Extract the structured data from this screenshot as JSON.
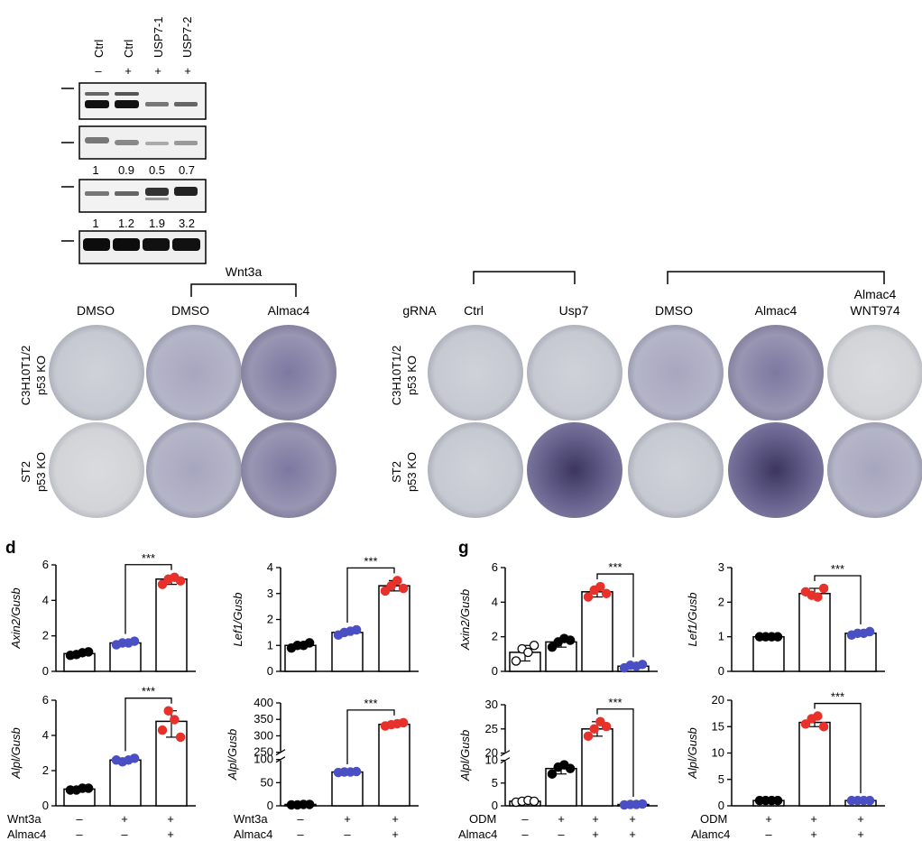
{
  "blot": {
    "lanes": [
      "Ctrl",
      "Ctrl",
      "USP7-1",
      "USP7-2"
    ],
    "treat": [
      "–",
      "+",
      "+",
      "+"
    ],
    "quant_row1": [
      "1",
      "0.9",
      "0.5",
      "0.7"
    ],
    "quant_row2": [
      "1",
      "1.2",
      "1.9",
      "3.2"
    ]
  },
  "plates_left": {
    "group_label": "Wnt3a",
    "cols": [
      "DMSO",
      "DMSO",
      "Almac4"
    ],
    "rows": [
      [
        "C3H10T1/2",
        "p53 KO"
      ],
      [
        "ST2",
        "p53 KO"
      ]
    ]
  },
  "plates_right": {
    "row_header": "gRNA",
    "cols": [
      "Ctrl",
      "Usp7",
      "DMSO",
      "Almac4"
    ],
    "col5": [
      "Almac4",
      "WNT974"
    ],
    "rows": [
      [
        "C3H10T1/2",
        "p53 KO"
      ],
      [
        "ST2",
        "p53 KO"
      ]
    ]
  },
  "panels": {
    "d": "d",
    "g": "g"
  },
  "footer": {
    "left_row1_label": "Wnt3a",
    "left_row2_label": "Almac4",
    "left_row1": [
      "–",
      "+",
      "+"
    ],
    "left_row2": [
      "–",
      "–",
      "+"
    ],
    "g1_row1_label": "ODM",
    "g1_row2_label": "Almac4",
    "g1_row1": [
      "–",
      "+",
      "+",
      "+"
    ],
    "g1_row2": [
      "–",
      "–",
      "+",
      "+"
    ],
    "g2_row1_label": "ODM",
    "g2_row2_label": "Alamc4",
    "g2_row1": [
      "+",
      "+",
      "+"
    ],
    "g2_row2": [
      "–",
      "+",
      "+"
    ]
  },
  "chart_data": [
    {
      "type": "bar",
      "ylabel": "Axin2/Gusb",
      "ylim": [
        0,
        6
      ],
      "ticks": [
        0,
        2,
        4,
        6
      ],
      "values": [
        1.0,
        1.6,
        5.2
      ],
      "points": [
        [
          0.9,
          0.95,
          1.05,
          1.1
        ],
        [
          1.5,
          1.6,
          1.6,
          1.7
        ],
        [
          4.9,
          5.2,
          5.3,
          5.1
        ]
      ],
      "colors": [
        "#000000",
        "#4b4fc4",
        "#e8312a"
      ],
      "sig": "***",
      "sig_pair": [
        1,
        2
      ]
    },
    {
      "type": "bar",
      "ylabel": "Lef1/Gusb",
      "ylim": [
        0,
        4
      ],
      "ticks": [
        0,
        1,
        2,
        3,
        4
      ],
      "values": [
        1.0,
        1.5,
        3.3
      ],
      "points": [
        [
          0.9,
          1.0,
          1.0,
          1.1
        ],
        [
          1.4,
          1.5,
          1.55,
          1.6
        ],
        [
          3.1,
          3.3,
          3.5,
          3.2
        ]
      ],
      "colors": [
        "#000000",
        "#4b4fc4",
        "#e8312a"
      ],
      "sig": "***",
      "sig_pair": [
        1,
        2
      ]
    },
    {
      "type": "bar",
      "ylabel": "Axin2/Gusb",
      "ylim": [
        0,
        6
      ],
      "ticks": [
        0,
        2,
        4,
        6
      ],
      "values": [
        1.1,
        1.7,
        4.6,
        0.3
      ],
      "points": [
        [
          0.6,
          1.3,
          1.1,
          1.5
        ],
        [
          1.4,
          1.7,
          1.9,
          1.8
        ],
        [
          4.3,
          4.7,
          4.9,
          4.5
        ],
        [
          0.2,
          0.35,
          0.3,
          0.4
        ]
      ],
      "colors": [
        "#000000",
        "#000000",
        "#e8312a",
        "#4b4fc4"
      ],
      "hollow": [
        true,
        false,
        false,
        false
      ],
      "sig": "***",
      "sig_pair": [
        2,
        3
      ]
    },
    {
      "type": "bar",
      "ylabel": "Lef1/Gusb",
      "ylim": [
        0,
        3
      ],
      "ticks": [
        0,
        1,
        2,
        3
      ],
      "values": [
        1.0,
        2.25,
        1.1
      ],
      "points": [
        [
          1.0,
          1.0,
          1.0,
          1.0
        ],
        [
          2.3,
          2.2,
          2.15,
          2.4
        ],
        [
          1.05,
          1.1,
          1.1,
          1.15
        ]
      ],
      "colors": [
        "#000000",
        "#e8312a",
        "#4b4fc4"
      ],
      "sig": "***",
      "sig_pair": [
        1,
        2
      ]
    },
    {
      "type": "bar",
      "ylabel": "Alpl/Gusb",
      "ylim": [
        0,
        6
      ],
      "ticks": [
        0,
        2,
        4,
        6
      ],
      "values": [
        0.95,
        2.6,
        4.8
      ],
      "points": [
        [
          0.9,
          0.9,
          1.0,
          1.0
        ],
        [
          2.6,
          2.5,
          2.6,
          2.7
        ],
        [
          4.3,
          5.4,
          4.9,
          3.9
        ]
      ],
      "colors": [
        "#000000",
        "#4b4fc4",
        "#e8312a"
      ],
      "sig": "***",
      "sig_pair": [
        1,
        2
      ]
    },
    {
      "type": "bar",
      "ylabel": "Alpl/Gusb",
      "broken_axis": [
        100,
        250
      ],
      "ticks": [
        0,
        50,
        100,
        250,
        300,
        350,
        400
      ],
      "ylim": [
        0,
        400
      ],
      "values": [
        3,
        73,
        335
      ],
      "points": [
        [
          2,
          2,
          3,
          3
        ],
        [
          72,
          73,
          73,
          74
        ],
        [
          330,
          334,
          337,
          340
        ]
      ],
      "colors": [
        "#000000",
        "#4b4fc4",
        "#e8312a"
      ],
      "sig": "***",
      "sig_pair": [
        1,
        2
      ]
    },
    {
      "type": "bar",
      "ylabel": "Alpl/Gusb",
      "broken_axis": [
        10,
        20
      ],
      "ticks": [
        0,
        5,
        10,
        20,
        25,
        30
      ],
      "ylim": [
        0,
        30
      ],
      "values": [
        1.0,
        8.2,
        25.0,
        0.3
      ],
      "points": [
        [
          0.8,
          1.0,
          1.2,
          1.0
        ],
        [
          7.0,
          8.5,
          9.0,
          8.2
        ],
        [
          23.5,
          25.0,
          26.5,
          25.5
        ],
        [
          0.2,
          0.3,
          0.3,
          0.4
        ]
      ],
      "colors": [
        "#000000",
        "#000000",
        "#e8312a",
        "#4b4fc4"
      ],
      "hollow": [
        true,
        false,
        false,
        false
      ],
      "sig": "***",
      "sig_pair": [
        2,
        3
      ]
    },
    {
      "type": "bar",
      "ylabel": "Alpl/Gusb",
      "ylim": [
        0,
        20
      ],
      "ticks": [
        0,
        5,
        10,
        15,
        20
      ],
      "values": [
        1.0,
        15.8,
        1.0
      ],
      "points": [
        [
          1.0,
          1.0,
          1.0,
          1.0
        ],
        [
          15.5,
          16.5,
          17.0,
          15.0
        ],
        [
          1.0,
          1.0,
          1.0,
          1.0
        ]
      ],
      "colors": [
        "#000000",
        "#e8312a",
        "#4b4fc4"
      ],
      "sig": "***",
      "sig_pair": [
        1,
        2
      ]
    }
  ]
}
